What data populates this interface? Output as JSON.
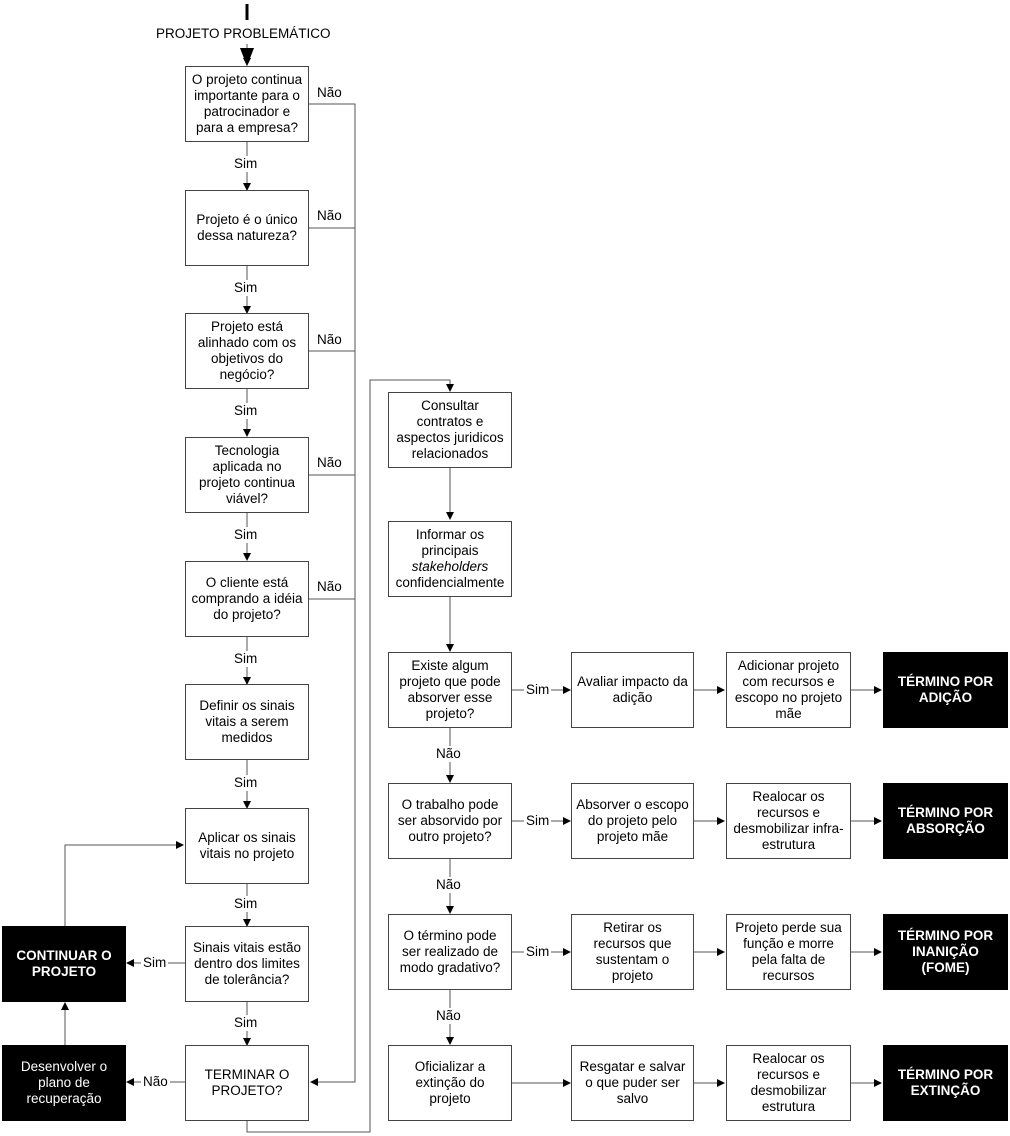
{
  "start": "PROJETO PROBLEMÁTICO",
  "labels": {
    "yes": "Sim",
    "no": "Não"
  },
  "left": {
    "q1": "O projeto continua importante para o patrocinador e para a empresa?",
    "q2": "Projeto é o único dessa natureza?",
    "q3": "Projeto está alinhado com os objetivos do negócio?",
    "q4": "Tecnologia aplicada no projeto continua viável?",
    "q5": "O cliente está comprando a idéia do projeto?",
    "s1": "Definir os sinais vitais a serem medidos",
    "s2": "Aplicar os sinais vitais no projeto",
    "q6": "Sinais vitais estão dentro dos limites de tolerância?",
    "q7": "TERMINAR O PROJETO?",
    "continuar": "CONTINUAR O PROJETO",
    "recuperacao": "Desenvolver o plano de recuperação"
  },
  "right": {
    "r1": "Consultar contratos e aspectos juridicos relacionados",
    "r2_a": "Informar os principais",
    "r2_b": "stakeholders",
    "r2_c": "confidencialmente",
    "d1": "Existe algum projeto que pode absorver esse projeto?",
    "d1_a": "Avaliar impacto da adição",
    "d1_b": "Adicionar projeto com recursos e escopo no projeto mãe",
    "d1_end": "TÉRMINO POR ADIÇÃO",
    "d2": "O trabalho pode ser absorvido por outro projeto?",
    "d2_a": "Absorver o escopo do projeto pelo projeto mãe",
    "d2_b": "Realocar os recursos e desmobilizar infra-estrutura",
    "d2_end": "TÉRMINO POR ABSORÇÃO",
    "d3": "O término pode ser realizado de modo gradativo?",
    "d3_a": "Retirar os recursos que sustentam o projeto",
    "d3_b": "Projeto perde sua função e morre pela falta de recursos",
    "d3_end": "TÉRMINO POR INANIÇÃO (FOME)",
    "d4": "Oficializar a extinção do projeto",
    "d4_a": "Resgatar e salvar o que puder ser salvo",
    "d4_b": "Realocar os recursos e desmobilizar estrutura",
    "d4_end": "TÉRMINO POR EXTINÇÃO"
  }
}
